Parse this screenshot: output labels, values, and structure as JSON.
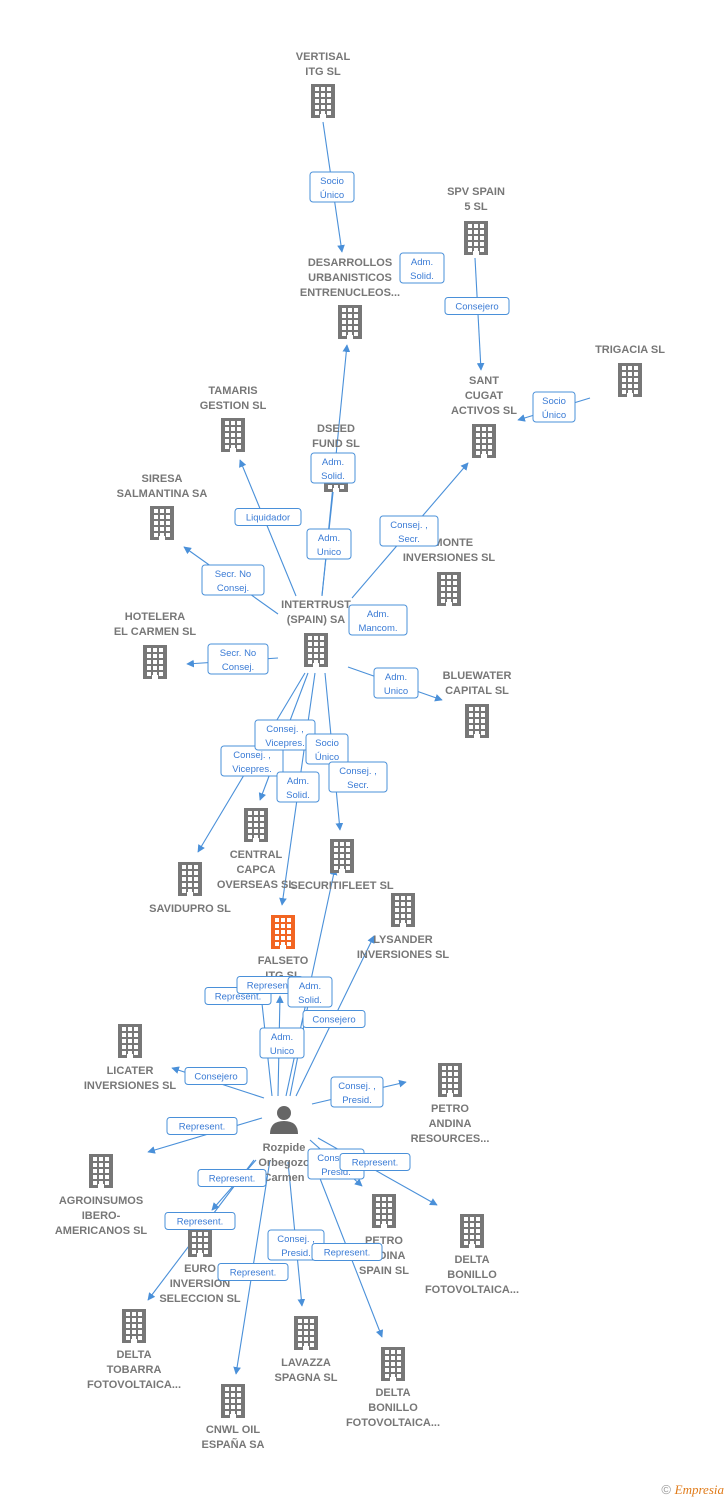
{
  "colors": {
    "edge": "#4a90d9",
    "company_icon": "#777777",
    "highlight_icon": "#f26522",
    "person_icon": "#666666",
    "label_border": "#4a90d9"
  },
  "nodes": [
    {
      "id": "vertisal",
      "lines": [
        "VERTISAL",
        "ITG  SL"
      ],
      "icon": "building-icon"
    },
    {
      "id": "spv",
      "lines": [
        "SPV SPAIN",
        "5  SL"
      ],
      "icon": "building-icon"
    },
    {
      "id": "desarrollos",
      "lines": [
        "DESARROLLOS",
        "URBANISTICOS",
        "ENTRENUCLEOS..."
      ],
      "icon": "building-icon"
    },
    {
      "id": "trigacia",
      "lines": [
        "TRIGACIA  SL"
      ],
      "icon": "building-icon"
    },
    {
      "id": "santcugat",
      "lines": [
        "SANT",
        "CUGAT",
        "ACTIVOS  SL"
      ],
      "icon": "building-icon"
    },
    {
      "id": "tamaris",
      "lines": [
        "TAMARIS",
        "GESTION SL"
      ],
      "icon": "building-icon"
    },
    {
      "id": "dseed",
      "lines": [
        "DSEED",
        "FUND  SL"
      ],
      "icon": "building-icon"
    },
    {
      "id": "siresa",
      "lines": [
        "SIRESA",
        "SALMANTINA SA"
      ],
      "icon": "building-icon"
    },
    {
      "id": "omonte",
      "lines": [
        "OMONTE",
        "INVERSIONES SL"
      ],
      "icon": "building-icon"
    },
    {
      "id": "intertrust",
      "lines": [
        "INTERTRUST",
        "(SPAIN) SA"
      ],
      "icon": "building-icon"
    },
    {
      "id": "hotelera",
      "lines": [
        "HOTELERA",
        "EL CARMEN SL"
      ],
      "icon": "building-icon"
    },
    {
      "id": "bluewater",
      "lines": [
        "BLUEWATER",
        "CAPITAL SL"
      ],
      "icon": "building-icon"
    },
    {
      "id": "central",
      "lines": [
        "CENTRAL",
        "CAPCA",
        "OVERSEAS SL"
      ],
      "icon": "building-icon"
    },
    {
      "id": "securitifleet",
      "lines": [
        "SECURITIFLEET SL"
      ],
      "icon": "building-icon"
    },
    {
      "id": "savidupro",
      "lines": [
        "SAVIDUPRO SL"
      ],
      "icon": "building-icon"
    },
    {
      "id": "lysander",
      "lines": [
        "LYSANDER",
        "INVERSIONES SL"
      ],
      "icon": "building-icon"
    },
    {
      "id": "falseto",
      "lines": [
        "FALSETO",
        "ITG  SL"
      ],
      "icon": "building-icon",
      "highlight": true
    },
    {
      "id": "licater",
      "lines": [
        "LICATER",
        "INVERSIONES SL"
      ],
      "icon": "building-icon"
    },
    {
      "id": "petroandina_res",
      "lines": [
        "PETRO",
        "ANDINA",
        "RESOURCES..."
      ],
      "icon": "building-icon"
    },
    {
      "id": "person",
      "lines": [
        "Rozpide",
        "Orbegozo",
        "Carmen"
      ],
      "icon": "person-icon"
    },
    {
      "id": "agroinsumos",
      "lines": [
        "AGROINSUMOS",
        "IBERO-",
        "AMERICANOS SL"
      ],
      "icon": "building-icon"
    },
    {
      "id": "petroandina_sp",
      "lines": [
        "PETRO",
        "ANDINA",
        "SPAIN SL"
      ],
      "icon": "building-icon"
    },
    {
      "id": "euroinversion",
      "lines": [
        "EURO",
        "INVERSION",
        "SELECCION SL"
      ],
      "icon": "building-icon"
    },
    {
      "id": "deltabonillo1",
      "lines": [
        "DELTA",
        "BONILLO",
        "FOTOVOLTAICA..."
      ],
      "icon": "building-icon"
    },
    {
      "id": "deltatobarra",
      "lines": [
        "DELTA",
        "TOBARRA",
        "FOTOVOLTAICA..."
      ],
      "icon": "building-icon"
    },
    {
      "id": "lavazza",
      "lines": [
        "LAVAZZA",
        "SPAGNA SL"
      ],
      "icon": "building-icon"
    },
    {
      "id": "deltabonillo2",
      "lines": [
        "DELTA",
        "BONILLO",
        "FOTOVOLTAICA..."
      ],
      "icon": "building-icon"
    },
    {
      "id": "cnwl",
      "lines": [
        "CNWL OIL",
        "ESPAÑA SA"
      ],
      "icon": "building-icon"
    }
  ],
  "edges": [
    {
      "lines": [
        "Socio",
        "Único"
      ]
    },
    {
      "lines": [
        "Adm.",
        "Solid."
      ]
    },
    {
      "lines": [
        "Consejero"
      ]
    },
    {
      "lines": [
        "Socio",
        "Único"
      ]
    },
    {
      "lines": [
        "Adm.",
        "Solid."
      ]
    },
    {
      "lines": [
        "Liquidador"
      ]
    },
    {
      "lines": [
        "Adm.",
        "Unico"
      ]
    },
    {
      "lines": [
        "Consej. ,",
        "Secr."
      ]
    },
    {
      "lines": [
        "Secr.  No",
        "Consej."
      ]
    },
    {
      "lines": [
        "Adm.",
        "Mancom."
      ]
    },
    {
      "lines": [
        "Secr.  No",
        "Consej."
      ]
    },
    {
      "lines": [
        "Adm.",
        "Unico"
      ]
    },
    {
      "lines": [
        "Consej. ,",
        "Vicepres."
      ]
    },
    {
      "lines": [
        "Consej. ,",
        "Vicepres."
      ]
    },
    {
      "lines": [
        "Adm.",
        "Solid."
      ]
    },
    {
      "lines": [
        "Socio",
        "Único"
      ]
    },
    {
      "lines": [
        "Consej. ,",
        "Secr."
      ]
    },
    {
      "lines": [
        "Represent."
      ]
    },
    {
      "lines": [
        "Represent."
      ]
    },
    {
      "lines": [
        "Adm.",
        "Solid."
      ]
    },
    {
      "lines": [
        "Consejero"
      ]
    },
    {
      "lines": [
        "Adm.",
        "Unico"
      ]
    },
    {
      "lines": [
        "Consejero"
      ]
    },
    {
      "lines": [
        "Consej. ,",
        "Presid."
      ]
    },
    {
      "lines": [
        "Represent."
      ]
    },
    {
      "lines": [
        "Consej. ,",
        "Presid."
      ]
    },
    {
      "lines": [
        "Represent."
      ]
    },
    {
      "lines": [
        "Represent."
      ]
    },
    {
      "lines": [
        "Represent."
      ]
    },
    {
      "lines": [
        "Consej. ,",
        "Presid."
      ]
    },
    {
      "lines": [
        "Represent."
      ]
    },
    {
      "lines": [
        "Represent."
      ]
    }
  ],
  "footer": {
    "copyright": "©",
    "brand": "Empresia"
  }
}
